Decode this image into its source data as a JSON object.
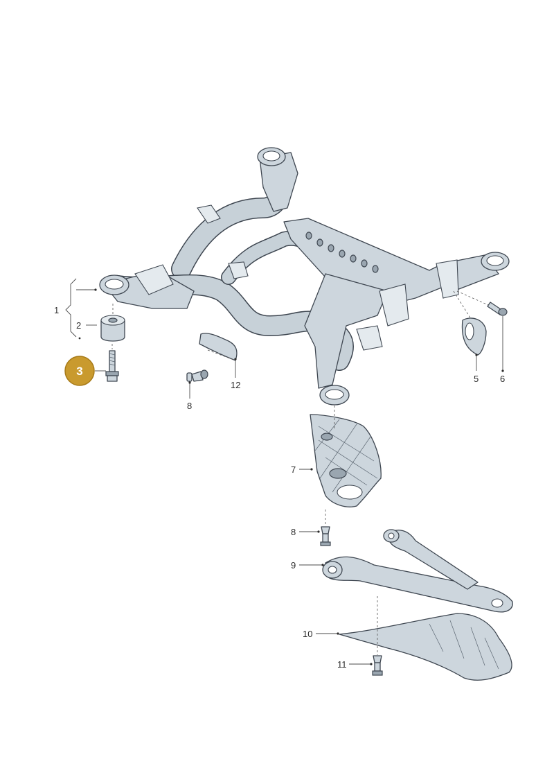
{
  "callouts": {
    "c1": "1",
    "c2": "2",
    "c3": "3",
    "c5": "5",
    "c6": "6",
    "c7": "7",
    "c8a": "8",
    "c8b": "8",
    "c9": "9",
    "c10": "10",
    "c11": "11",
    "c12": "12"
  },
  "colors": {
    "highlight_badge": "#c99a2e",
    "part_fill": "#cdd6dd",
    "outline": "#3e4650"
  }
}
